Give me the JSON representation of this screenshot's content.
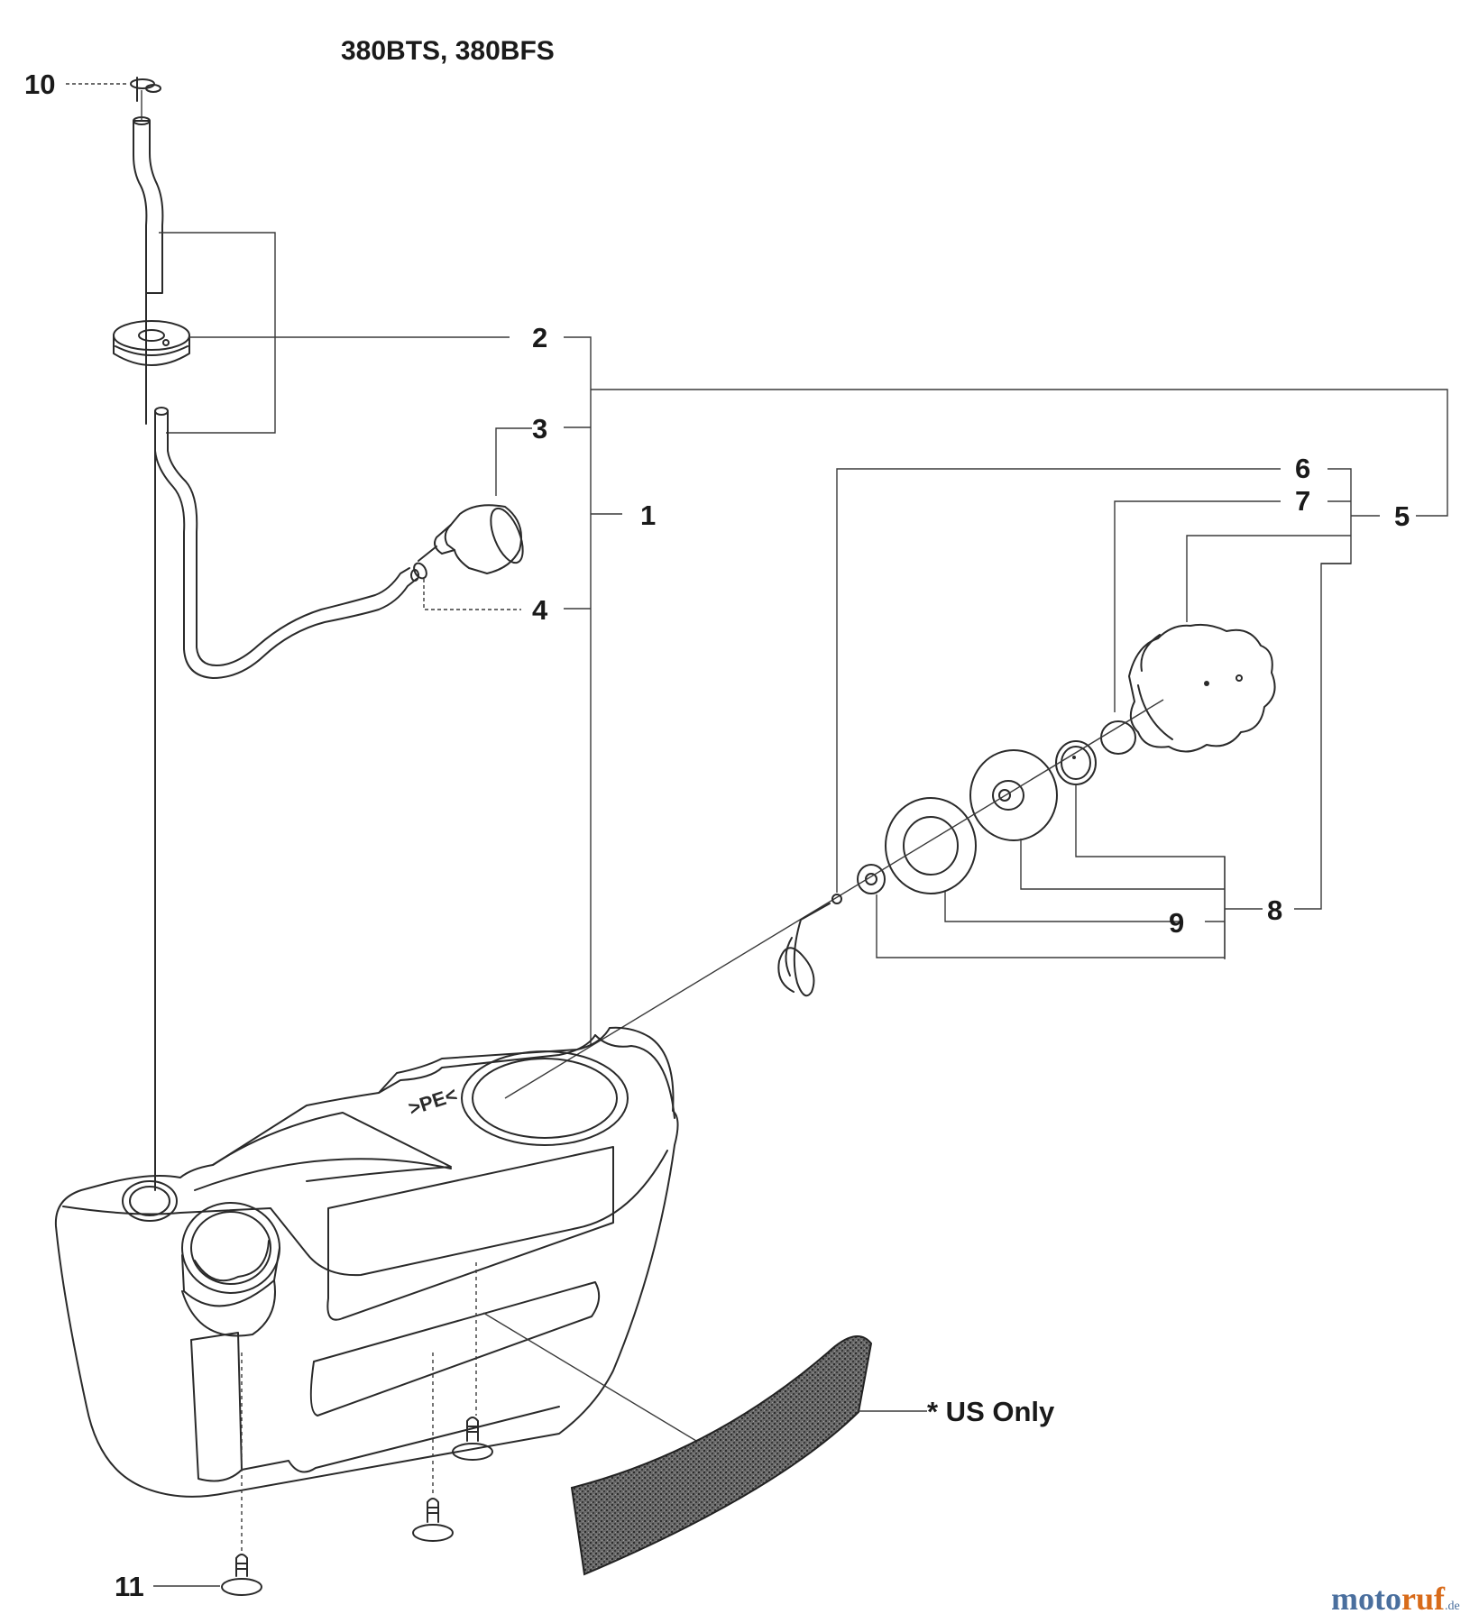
{
  "diagram": {
    "title": "380BTS, 380BFS",
    "callouts": [
      "1",
      "2",
      "3",
      "4",
      "5",
      "6",
      "7",
      "8",
      "9",
      "10",
      "11"
    ],
    "note": "* US Only",
    "tank_marking": ">PE<",
    "watermark": {
      "part1": "moto",
      "part2": "ruf",
      "suffix": ".de"
    }
  },
  "colors": {
    "line": "#2a2a2a",
    "decal_fill": "#5a5a5a",
    "watermark_blue": "#4a6f9e",
    "watermark_orange": "#d86b1a"
  }
}
